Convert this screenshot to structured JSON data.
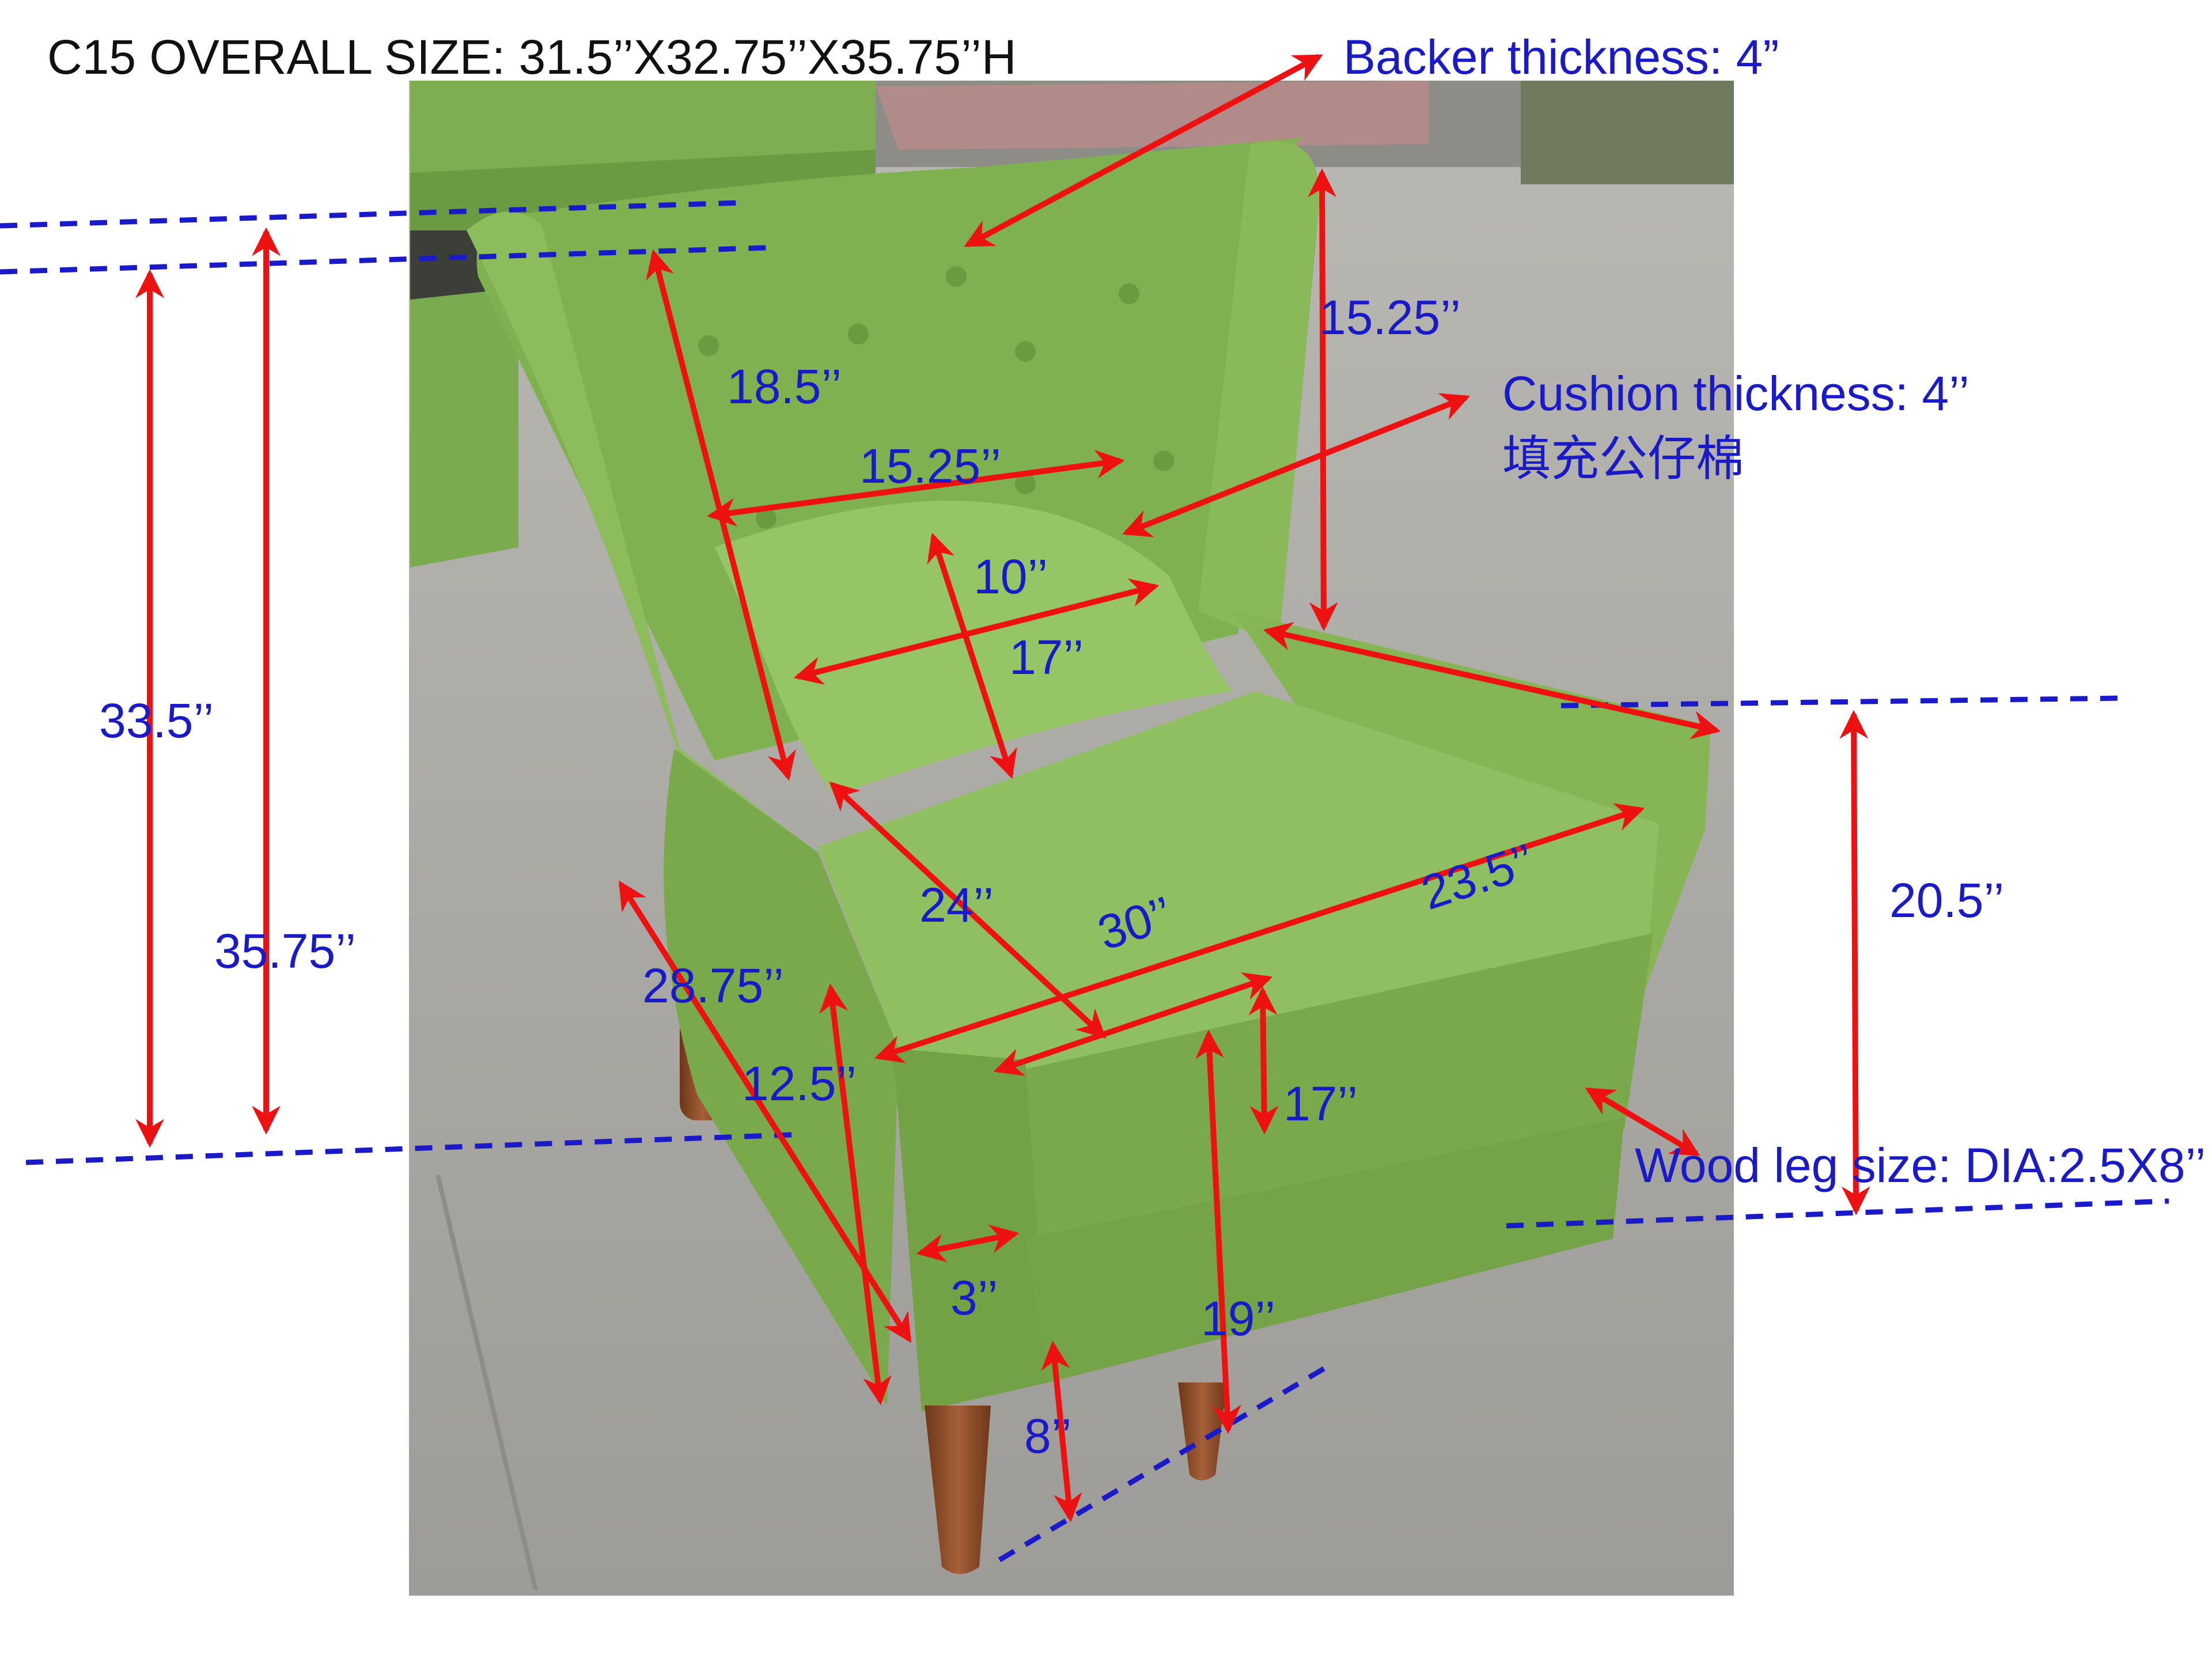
{
  "title": "C15 OVERALL SIZE: 31.5’’X32.75’’X35.75’’H",
  "colors": {
    "arrow": "#ee1111",
    "guide": "#1a1ac8",
    "label": "#1a1ac8",
    "fabric": "#86b558",
    "fabric_dark": "#6f9a45",
    "fabric_light": "#9cc870",
    "leg": "#8a4a26",
    "ground": "#a8a7a3"
  },
  "labels": {
    "backer_thickness": "Backer thickness: 4”",
    "back_height": "15.25’’",
    "cushion_thickness": "Cushion thickness: 4’’",
    "cushion_filling": "填充公仔棉",
    "back_diagonal": "18.5’’",
    "back_width": "15.25’’",
    "pillow_height": "10’’",
    "pillow_width": "17’’",
    "inner_height": "33.5’’",
    "overall_height": "35.75’’",
    "arm_height": "20.5’’",
    "seat_depth": "24’’",
    "seat_diagonal": "30’’",
    "seat_width": "23.5’’",
    "side_depth": "28.75’’",
    "arm_front": "12.5’’",
    "seat_front": "17’’",
    "leg_size": "Wood leg size: DIA:2.5X8’’",
    "arm_width": "3’’",
    "seat_height": "19’’",
    "leg_height": "8’’"
  }
}
